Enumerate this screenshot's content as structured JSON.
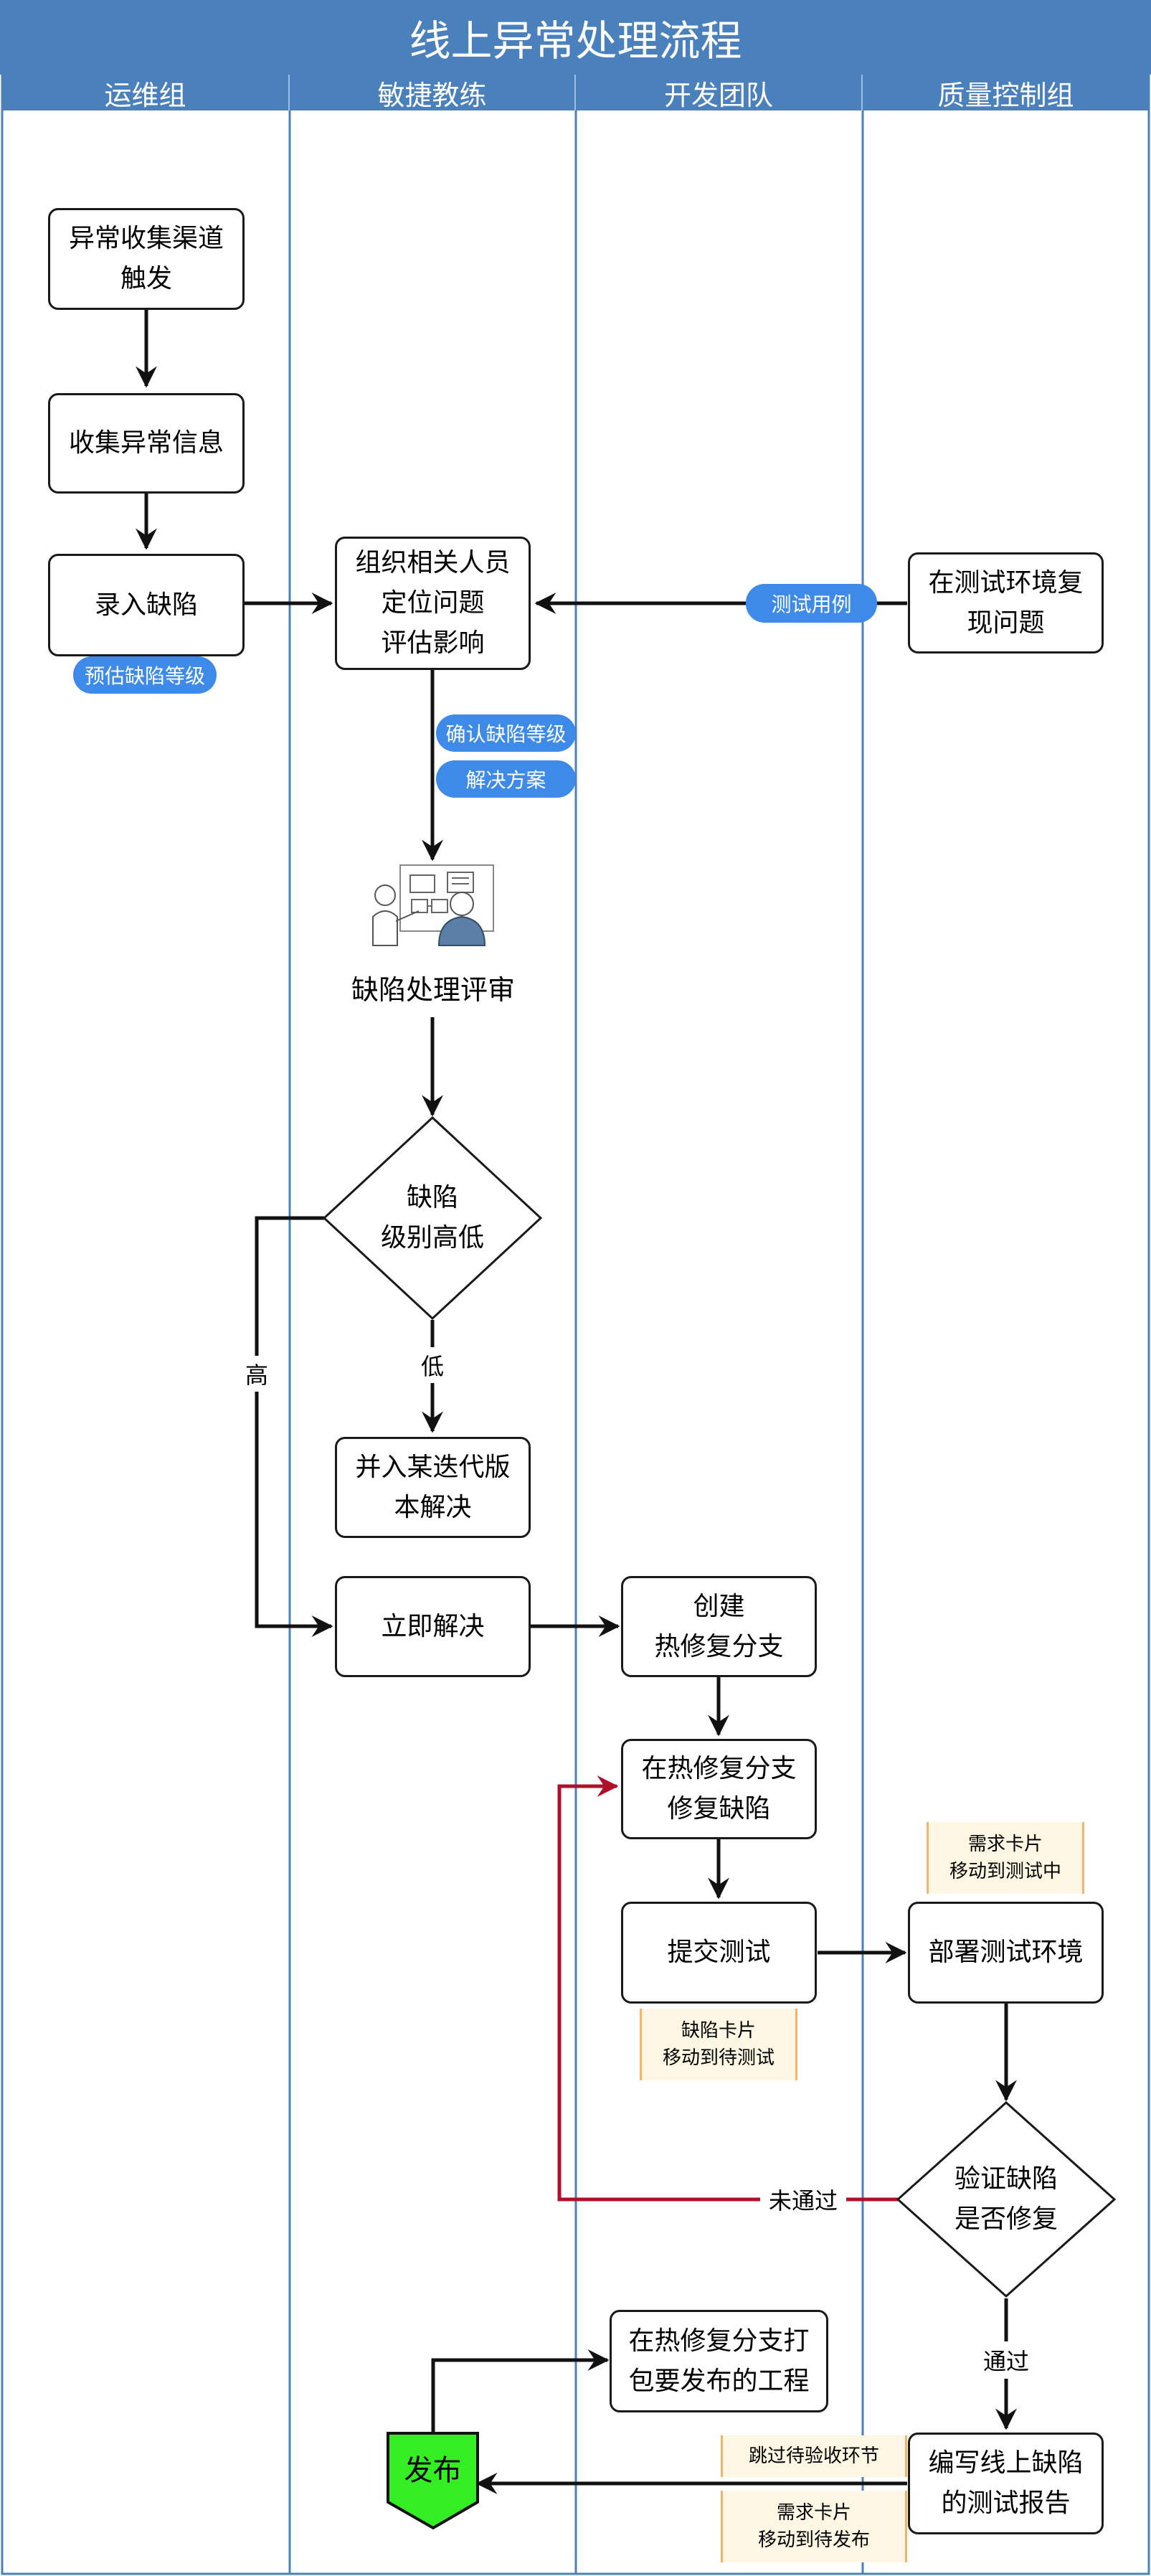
{
  "title": "线上异常处理流程",
  "lanes": [
    "运维组",
    "敏捷教练",
    "开发团队",
    "质量控制组"
  ],
  "nodes": {
    "trigger": "异常收集渠道\n触发",
    "collect": "收集异常信息",
    "record": "录入缺陷",
    "organize": "组织相关人员\n定位问题\n评估影响",
    "reproduce": "在测试环境复\n现问题",
    "review": "缺陷处理评审",
    "level": "缺陷\n级别高低",
    "merge": "并入某迭代版\n本解决",
    "immediate": "立即解决",
    "create_branch": "创建\n热修复分支",
    "fix": "在热修复分支\n修复缺陷",
    "submit": "提交测试",
    "deploy": "部署测试环境",
    "verify": "验证缺陷\n是否修复",
    "package": "在热修复分支打\n包要发布的工程",
    "report": "编写线上缺陷\n的测试报告",
    "release": "发布"
  },
  "tags": {
    "estimate": "预估缺陷等级",
    "test_case": "测试用例",
    "confirm": "确认缺陷等级",
    "solution": "解决方案"
  },
  "notes": {
    "to_test": "需求卡片\n移动到测试中",
    "pending_test": "缺陷卡片\n移动到待测试",
    "skip": "跳过待验收环节",
    "pending_release": "需求卡片\n移动到待发布"
  },
  "edge_labels": {
    "high": "高",
    "low": "低",
    "fail": "未通过",
    "pass": "通过"
  },
  "colors": {
    "header": "#4a80bb",
    "lane_border": "#4a80bb",
    "tag": "#3d8ae8",
    "fail_edge": "#b0102a",
    "release_fill": "#33ee22",
    "note_fill": "#fdf6e3",
    "note_border": "#f0b46a"
  },
  "icons": {
    "review": "meeting-whiteboard-icon",
    "release": "release-pentagon-icon"
  }
}
